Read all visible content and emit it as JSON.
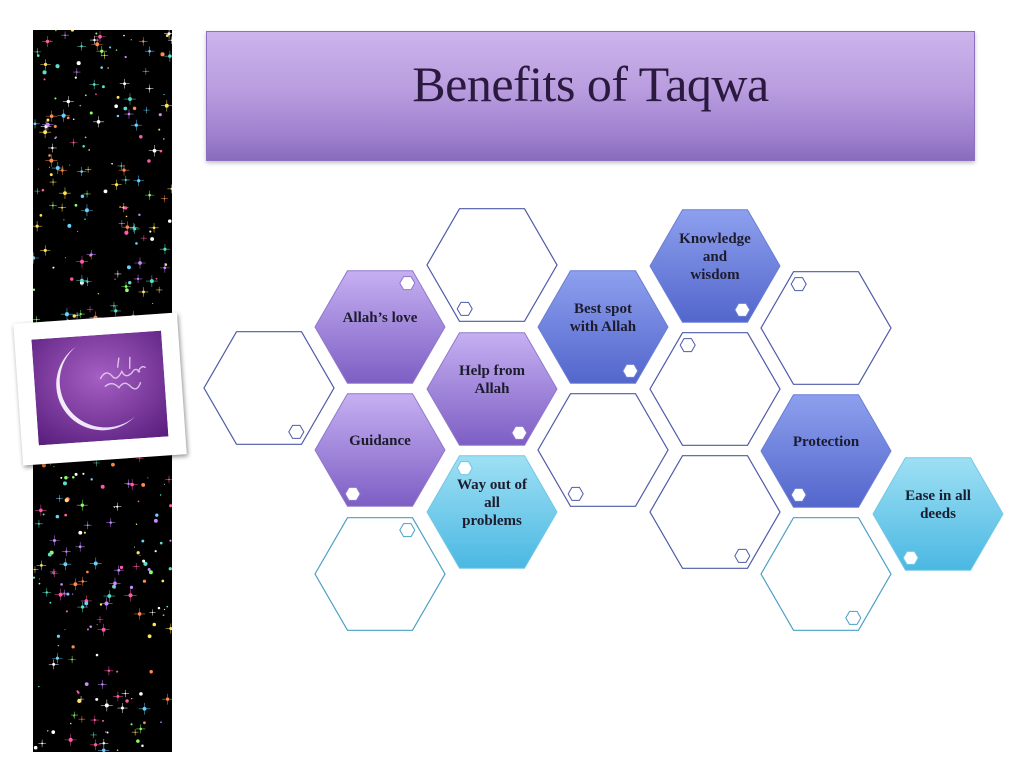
{
  "title": "Benefits of Taqwa",
  "colors": {
    "banner_top": "#cdb4ec",
    "banner_bottom": "#8a6cbd",
    "hex_purple_light": "#c2aaf0",
    "hex_purple_dark": "#7f5fc6",
    "hex_blue": "#5f76d6",
    "hex_cyan": "#5fc4e6",
    "outline_blue": "#5a6ab8",
    "outline_teal": "#4a9bbf"
  },
  "hexagons": [
    {
      "id": "allahs-love",
      "lines": [
        "Allah’s love"
      ],
      "style": "purple",
      "dot": "tr"
    },
    {
      "id": "help-from-allah",
      "lines": [
        "Help from",
        "Allah"
      ],
      "style": "purple",
      "dot": "br"
    },
    {
      "id": "guidance",
      "lines": [
        "Guidance"
      ],
      "style": "purple",
      "dot": "bl"
    },
    {
      "id": "way-out",
      "lines": [
        "Way out of",
        "all",
        "problems"
      ],
      "style": "cyan",
      "dot": "tl"
    },
    {
      "id": "best-spot",
      "lines": [
        "Best spot",
        "with Allah"
      ],
      "style": "blue",
      "dot": "br"
    },
    {
      "id": "knowledge",
      "lines": [
        "Knowledge",
        "and",
        "wisdom"
      ],
      "style": "blue",
      "dot": "br"
    },
    {
      "id": "protection",
      "lines": [
        "Protection"
      ],
      "style": "blue",
      "dot": "bl"
    },
    {
      "id": "ease",
      "lines": [
        "Ease in all",
        "deeds"
      ],
      "style": "cyan",
      "dot": "bl"
    }
  ]
}
